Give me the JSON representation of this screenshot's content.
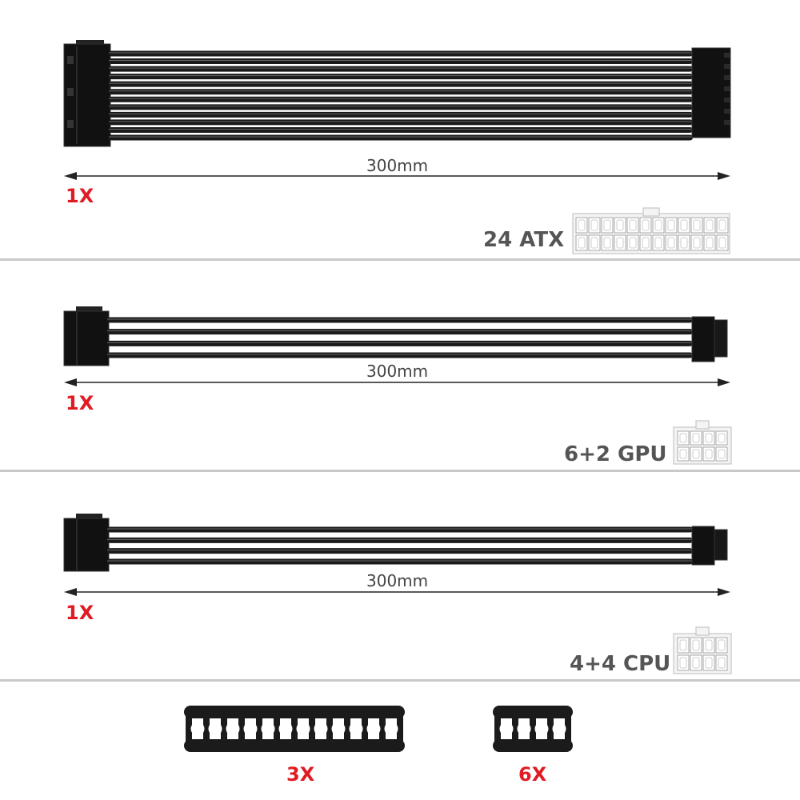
{
  "sections": [
    {
      "length": "300mm",
      "quantity": "1X",
      "connector": "24 ATX"
    },
    {
      "length": "300mm",
      "quantity": "1X",
      "connector": "6+2 GPU"
    },
    {
      "length": "300mm",
      "quantity": "1X",
      "connector": "4+4 CPU"
    }
  ],
  "combs": [
    {
      "quantity": "3X"
    },
    {
      "quantity": "6X"
    }
  ],
  "colors": {
    "quantity": "#e01b24",
    "label": "#555555",
    "cable": "#1a1a1a",
    "divider": "#c9c9c9"
  }
}
